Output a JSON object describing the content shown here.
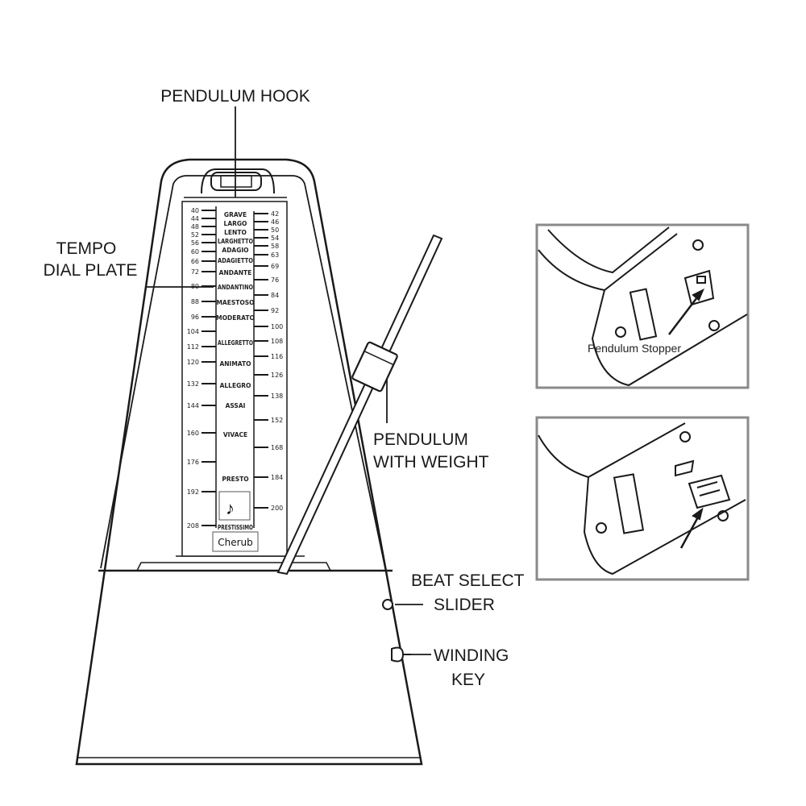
{
  "labels": {
    "pendulum_hook": "PENDULUM HOOK",
    "tempo_line1": "TEMPO",
    "tempo_line2": "DIAL PLATE",
    "pendulum_line1": "PENDULUM",
    "pendulum_line2": "WITH WEIGHT",
    "beat_line1": "BEAT SELECT",
    "beat_line2": "SLIDER",
    "winding_line1": "WINDING",
    "winding_line2": "KEY",
    "stopper": "Pendulum Stopper"
  },
  "dial": {
    "left_values": [
      "40",
      "44",
      "48",
      "52",
      "56",
      "60",
      "66",
      "72",
      "80",
      "88",
      "96",
      "104",
      "112",
      "120",
      "132",
      "144",
      "160",
      "176",
      "192",
      "208"
    ],
    "right_values": [
      "42",
      "46",
      "50",
      "54",
      "58",
      "63",
      "69",
      "76",
      "84",
      "92",
      "100",
      "108",
      "116",
      "126",
      "138",
      "152",
      "168",
      "184",
      "200"
    ],
    "tempo_names": [
      "GRAVE",
      "LARGO",
      "LENTO",
      "LARGHETTO",
      "ADAGIO",
      "ADAGIETTO",
      "ANDANTE",
      "ANDANTINO",
      "MAESTOSO",
      "MODERATO",
      "ALLEGRETTO",
      "ANIMATO",
      "ALLEGRO",
      "ASSAI",
      "VIVACE",
      "PRESTO",
      "PRESTISSIMO"
    ],
    "brand": "Cherub"
  },
  "colors": {
    "line": "#1a1a1a",
    "inset_border": "#8a8a8a"
  }
}
